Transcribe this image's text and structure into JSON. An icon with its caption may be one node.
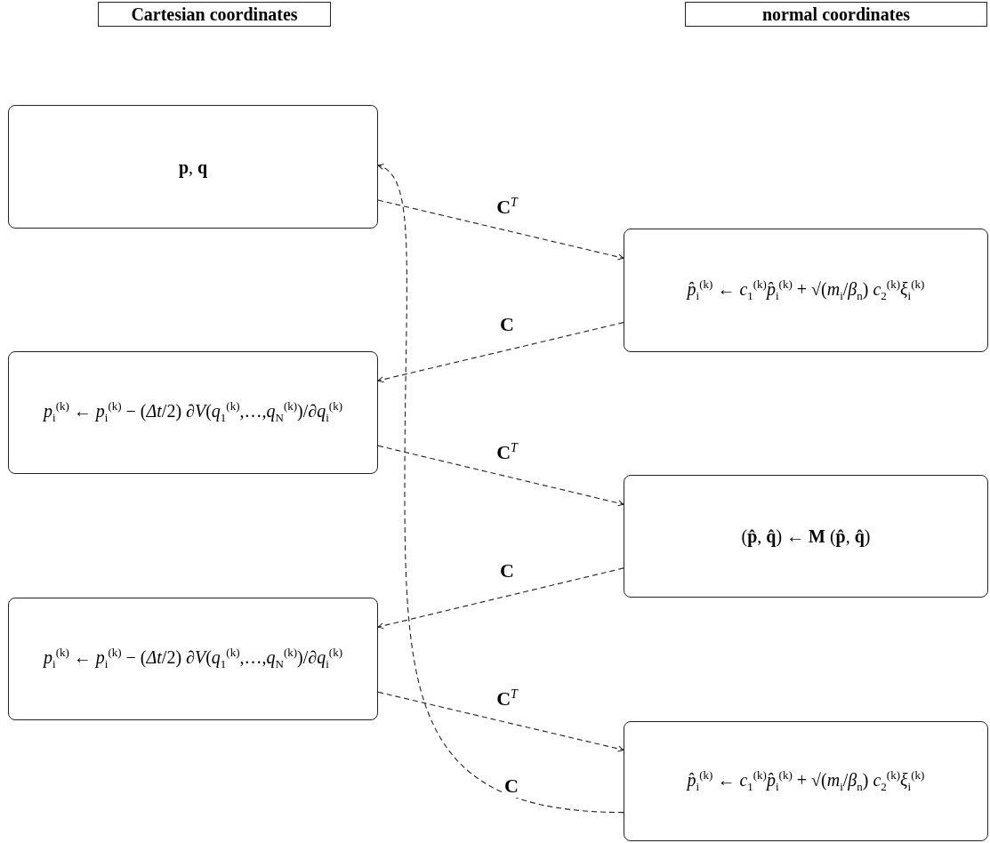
{
  "diagram": {
    "nodes": [
      {
        "text": [
          "Cartesian coordinates"
        ]
      },
      {
        "text": [
          "normal coordinates"
        ]
      },
      {
        "text": [
          "**p**, **q**"
        ]
      },
      {
        "text": [
          "*p̂*$_{i}$$^{(k)}$ ← *c*$_{1}$$^{(k)}$*p̂*$_{i}$$^{(k)}$ + √(*m*$_{i}$/*β*$_{n}$) *c*$_{2}$$^{(k)}$*ξ*$_{i}$$^{(k)}$"
        ]
      },
      {
        "text": [
          "*p*$_{i}$$^{(k)}$ ← *p*$_{i}$$^{(k)}$ − (*Δt*/2) ∂*V*(*q*$_{1}$$^{(k)}$,…,*q*$_{N}$$^{(k)}$)/∂*q*$_{i}$$^{(k)}$"
        ]
      },
      {
        "text": [
          "(**p̂**, **q̂**) ← **M** (**p̂**, **q̂**)"
        ]
      },
      {
        "text": [
          "*p*$_{i}$$^{(k)}$ ← *p*$_{i}$$^{(k)}$ − (*Δt*/2) ∂*V*(*q*$_{1}$$^{(k)}$,…,*q*$_{N}$$^{(k)}$)/∂*q*$_{i}$$^{(k)}$"
        ]
      },
      {
        "text": [
          "*p̂*$_{i}$$^{(k)}$ ← *c*$_{1}$$^{(k)}$*p̂*$_{i}$$^{(k)}$ + √(*m*$_{i}$/*β*$_{n}$) *c*$_{2}$$^{(k)}$*ξ*$_{i}$$^{(k)}$"
        ]
      }
    ],
    "edges": [
      {
        "from": 2,
        "to": 3,
        "arrow": "to",
        "label": "C$^{T}$",
        "style": "dashed"
      },
      {
        "from": 3,
        "to": 4,
        "arrow": "to",
        "label": "C",
        "style": "dashed"
      },
      {
        "from": 4,
        "to": 5,
        "arrow": "to",
        "label": "C$^{T}$",
        "style": "dashed"
      },
      {
        "from": 5,
        "to": 6,
        "arrow": "to",
        "label": "C",
        "style": "dashed"
      },
      {
        "from": 6,
        "to": 7,
        "arrow": "to",
        "label": "C$^{T}$",
        "style": "dashed"
      },
      {
        "from": 7,
        "to": 2,
        "arrow": "to",
        "label": "C",
        "style": "dashed"
      }
    ]
  }
}
